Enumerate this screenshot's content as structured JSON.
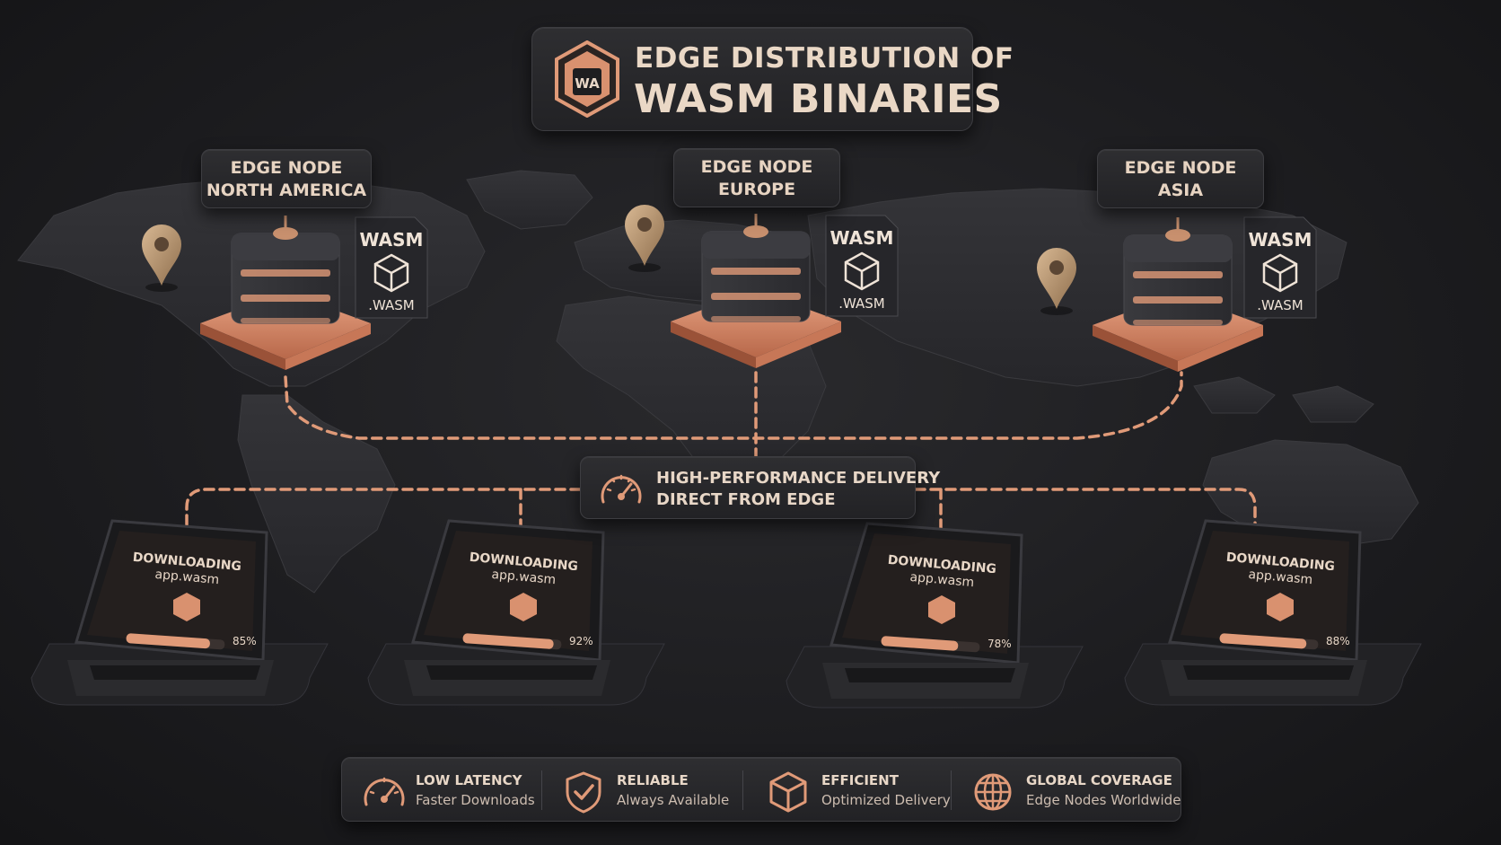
{
  "title": {
    "line1": "EDGE DISTRIBUTION OF",
    "line2": "WASM BINARIES",
    "logo_text": "WA",
    "logo_icon": "wasm-hexagon-icon"
  },
  "edge_nodes": [
    {
      "label_line1": "EDGE NODE",
      "label_line2": "NORTH AMERICA",
      "badge_title": "WASM",
      "badge_ext": ".WASM"
    },
    {
      "label_line1": "EDGE NODE",
      "label_line2": "EUROPE",
      "badge_title": "WASM",
      "badge_ext": ".WASM"
    },
    {
      "label_line1": "EDGE NODE",
      "label_line2": "ASIA",
      "badge_title": "WASM",
      "badge_ext": ".WASM"
    }
  ],
  "delivery": {
    "line1": "HIGH-PERFORMANCE DELIVERY",
    "line2": "DIRECT FROM EDGE",
    "icon": "speedometer-icon"
  },
  "laptops": [
    {
      "status": "DOWNLOADING",
      "file": "app.wasm",
      "progress": 0.85,
      "percent": "85%"
    },
    {
      "status": "DOWNLOADING",
      "file": "app.wasm",
      "progress": 0.92,
      "percent": "92%"
    },
    {
      "status": "DOWNLOADING",
      "file": "app.wasm",
      "progress": 0.78,
      "percent": "78%"
    },
    {
      "status": "DOWNLOADING",
      "file": "app.wasm",
      "progress": 0.88,
      "percent": "88%"
    }
  ],
  "features": [
    {
      "title": "LOW LATENCY",
      "subtitle": "Faster Downloads",
      "icon": "speedometer-icon"
    },
    {
      "title": "RELIABLE",
      "subtitle": "Always Available",
      "icon": "shield-check-icon"
    },
    {
      "title": "EFFICIENT",
      "subtitle": "Optimized Delivery",
      "icon": "cube-icon"
    },
    {
      "title": "GLOBAL COVERAGE",
      "subtitle": "Edge Nodes Worldwide",
      "icon": "globe-icon"
    }
  ],
  "colors": {
    "accent": "#e09a78",
    "accent_dark": "#b8684a",
    "background": "#1d1d20",
    "panel": "#2a2a2d",
    "text": "#e8d9cc",
    "map": "#2c2c30"
  }
}
